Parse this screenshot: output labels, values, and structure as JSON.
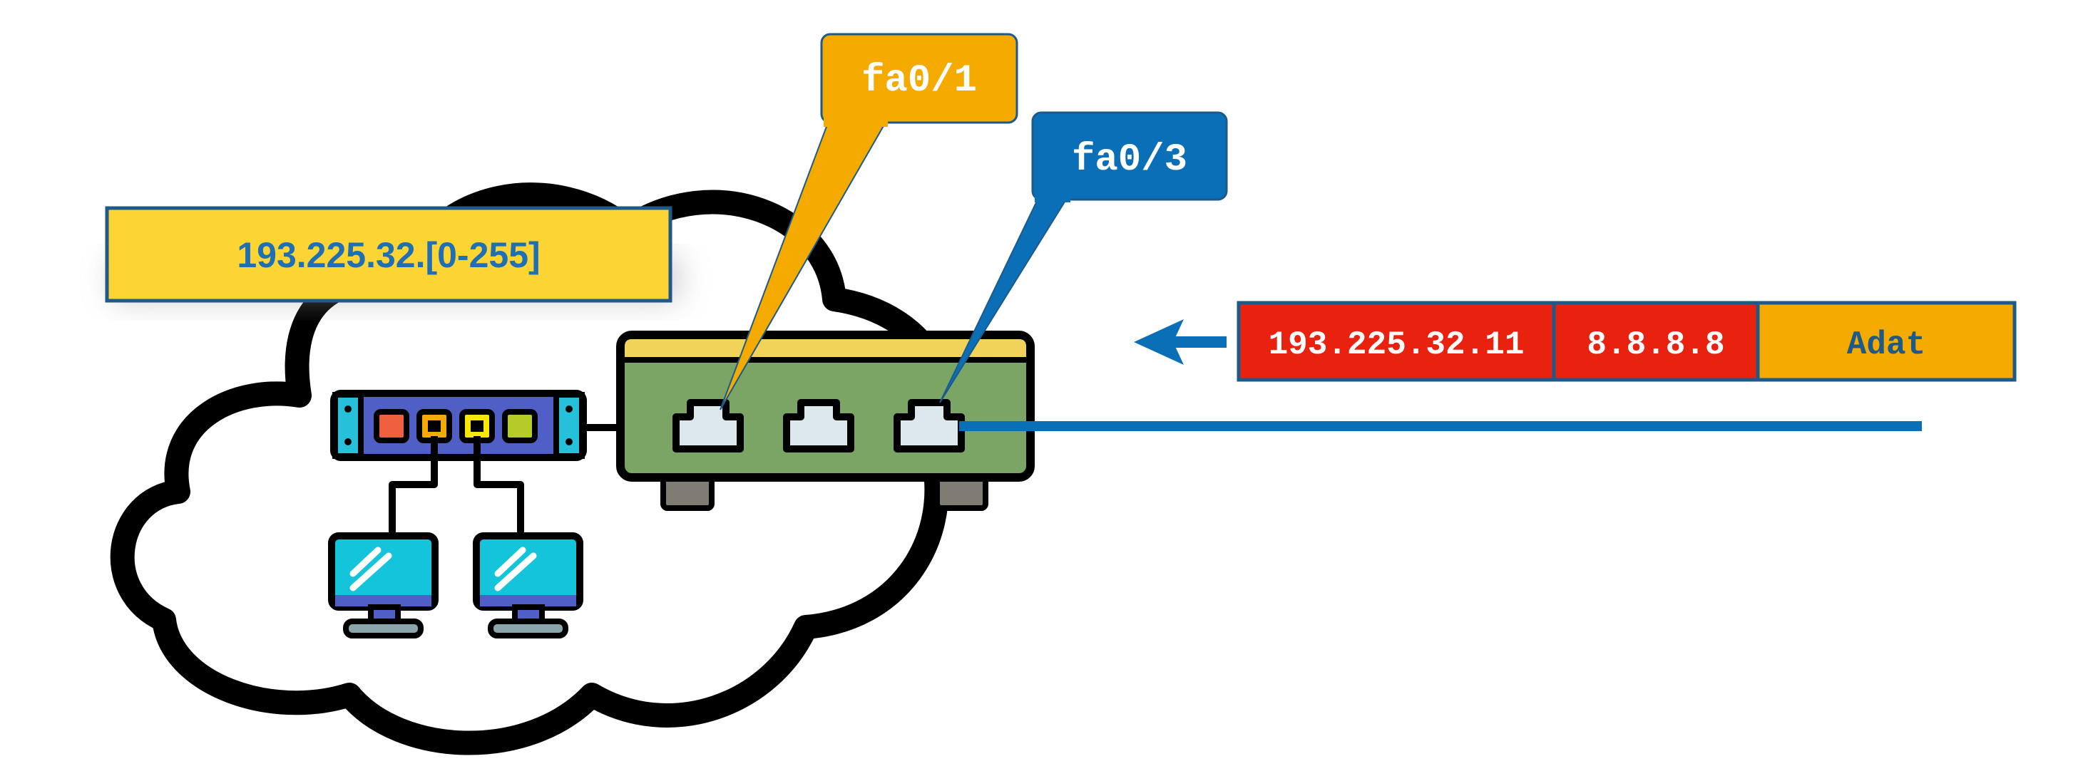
{
  "network_label": {
    "text": "193.225.32.[0-255]",
    "fill": "#FCD535",
    "border": "#1D5A8A",
    "text_color": "#1F6FB5"
  },
  "callouts": [
    {
      "id": "fa0-1",
      "text": "fa0/1",
      "fill": "#F5AA00",
      "text_color": "#ffffff"
    },
    {
      "id": "fa0-3",
      "text": "fa0/3",
      "fill": "#0A6FB7",
      "text_color": "#ffffff"
    }
  ],
  "packet": {
    "src_ip": "193.225.32.11",
    "dst_ip": "8.8.8.8",
    "payload": "Adat",
    "src_fill": "#E8220F",
    "dst_fill": "#E8220F",
    "payload_fill": "#F5AA00",
    "payload_text_color": "#1D5A8A",
    "border": "#1D5A8A"
  },
  "colors": {
    "cloud_stroke": "#000000",
    "switch_body": "#7BA565",
    "switch_top": "#F2D35A",
    "port_fill": "#DDE8EE",
    "hub_body": "#4F5FC5",
    "hub_side": "#27C0DA",
    "monitor_screen": "#14C4DB",
    "monitor_stand": "#4F5FC5",
    "link_line": "#0A6FB7",
    "arrow": "#0A6FB7"
  },
  "icons": {
    "router": "router-icon",
    "hub": "network-hub-icon",
    "pc": "desktop-computer-icon",
    "cloud": "cloud-icon",
    "arrow": "arrow-left-icon"
  }
}
